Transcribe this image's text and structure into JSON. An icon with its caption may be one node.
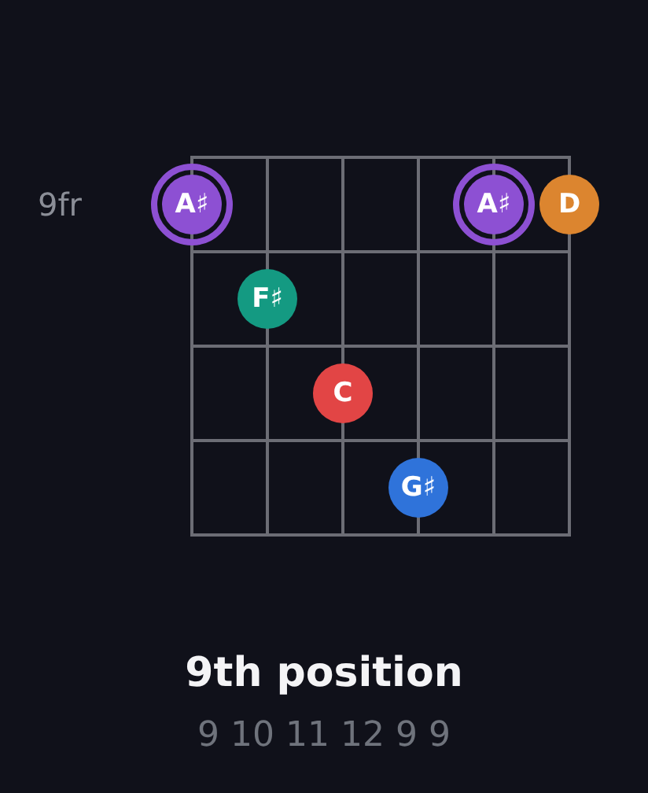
{
  "diagram": {
    "title": "9th position",
    "caption": "9 10 11 12 9 9",
    "nodes": [
      {
        "text": [
          "A♯"
        ]
      },
      {
        "text": [
          "A♯"
        ]
      },
      {
        "text": [
          "D"
        ]
      },
      {
        "text": [
          "F♯"
        ]
      },
      {
        "text": [
          "C"
        ]
      },
      {
        "text": [
          "G♯"
        ]
      }
    ],
    "labels": [
      "9fr"
    ]
  }
}
